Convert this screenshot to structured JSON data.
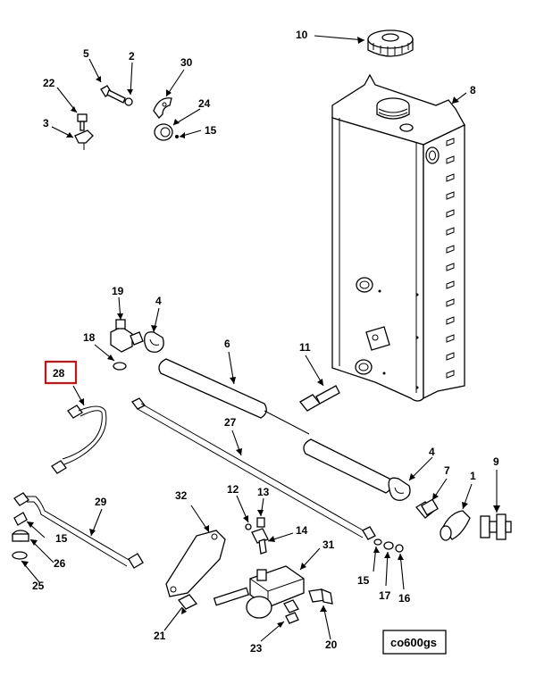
{
  "diagram": {
    "figure_code": "co600gs",
    "highlighted_callout": "28",
    "callouts": [
      {
        "id": "c10",
        "label": "10"
      },
      {
        "id": "c8",
        "label": "8"
      },
      {
        "id": "c5",
        "label": "5"
      },
      {
        "id": "c2",
        "label": "2"
      },
      {
        "id": "c30",
        "label": "30"
      },
      {
        "id": "c22",
        "label": "22"
      },
      {
        "id": "c24",
        "label": "24"
      },
      {
        "id": "c3",
        "label": "3"
      },
      {
        "id": "c15a",
        "label": "15"
      },
      {
        "id": "c19",
        "label": "19"
      },
      {
        "id": "c4a",
        "label": "4"
      },
      {
        "id": "c18",
        "label": "18"
      },
      {
        "id": "c6",
        "label": "6"
      },
      {
        "id": "c11",
        "label": "11"
      },
      {
        "id": "c28",
        "label": "28"
      },
      {
        "id": "c27",
        "label": "27"
      },
      {
        "id": "c4b",
        "label": "4"
      },
      {
        "id": "c7",
        "label": "7"
      },
      {
        "id": "c9",
        "label": "9"
      },
      {
        "id": "c1",
        "label": "1"
      },
      {
        "id": "c12",
        "label": "12"
      },
      {
        "id": "c13",
        "label": "13"
      },
      {
        "id": "c32",
        "label": "32"
      },
      {
        "id": "c29",
        "label": "29"
      },
      {
        "id": "c14",
        "label": "14"
      },
      {
        "id": "c31",
        "label": "31"
      },
      {
        "id": "c15b",
        "label": "15"
      },
      {
        "id": "c26",
        "label": "26"
      },
      {
        "id": "c15c",
        "label": "15"
      },
      {
        "id": "c17",
        "label": "17"
      },
      {
        "id": "c16",
        "label": "16"
      },
      {
        "id": "c25",
        "label": "25"
      },
      {
        "id": "c21",
        "label": "21"
      },
      {
        "id": "c23",
        "label": "23"
      },
      {
        "id": "c20",
        "label": "20"
      }
    ]
  }
}
